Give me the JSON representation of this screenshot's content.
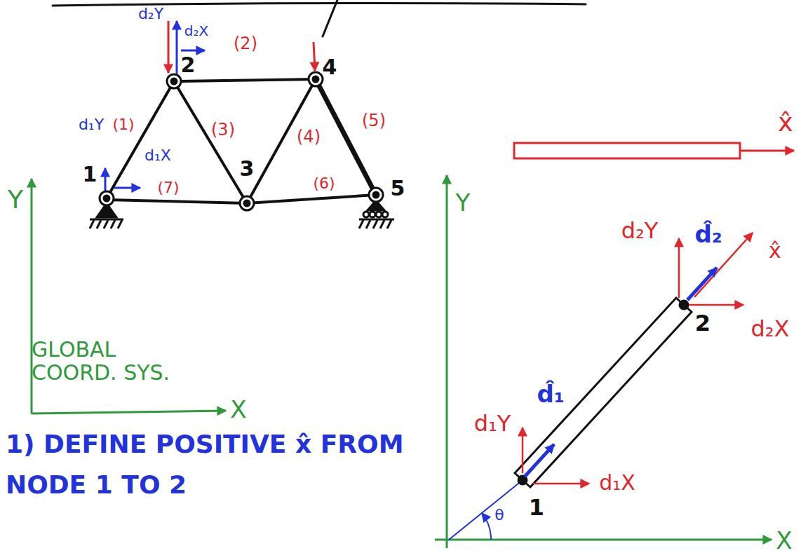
{
  "diagram": {
    "labels": [
      "d₂Y",
      "d₂X",
      "(2)",
      "2",
      "4",
      "d₁Y",
      "(1)",
      "(3)",
      "(4)",
      "(5)",
      "1",
      "d₁X",
      "(7)",
      "3",
      "(6)",
      "5",
      "Y",
      "GLOBAL COORD. SYS.",
      "X",
      "x̂",
      "Y",
      "d₂Y",
      "d̂₂",
      "x̂",
      "d₂X",
      "2",
      "d₁Y",
      "d̂₁",
      "d₁X",
      "θ",
      "1",
      "X",
      "1) DEFINE POSITIVE x̂ FROM NODE 1 TO 2"
    ]
  }
}
